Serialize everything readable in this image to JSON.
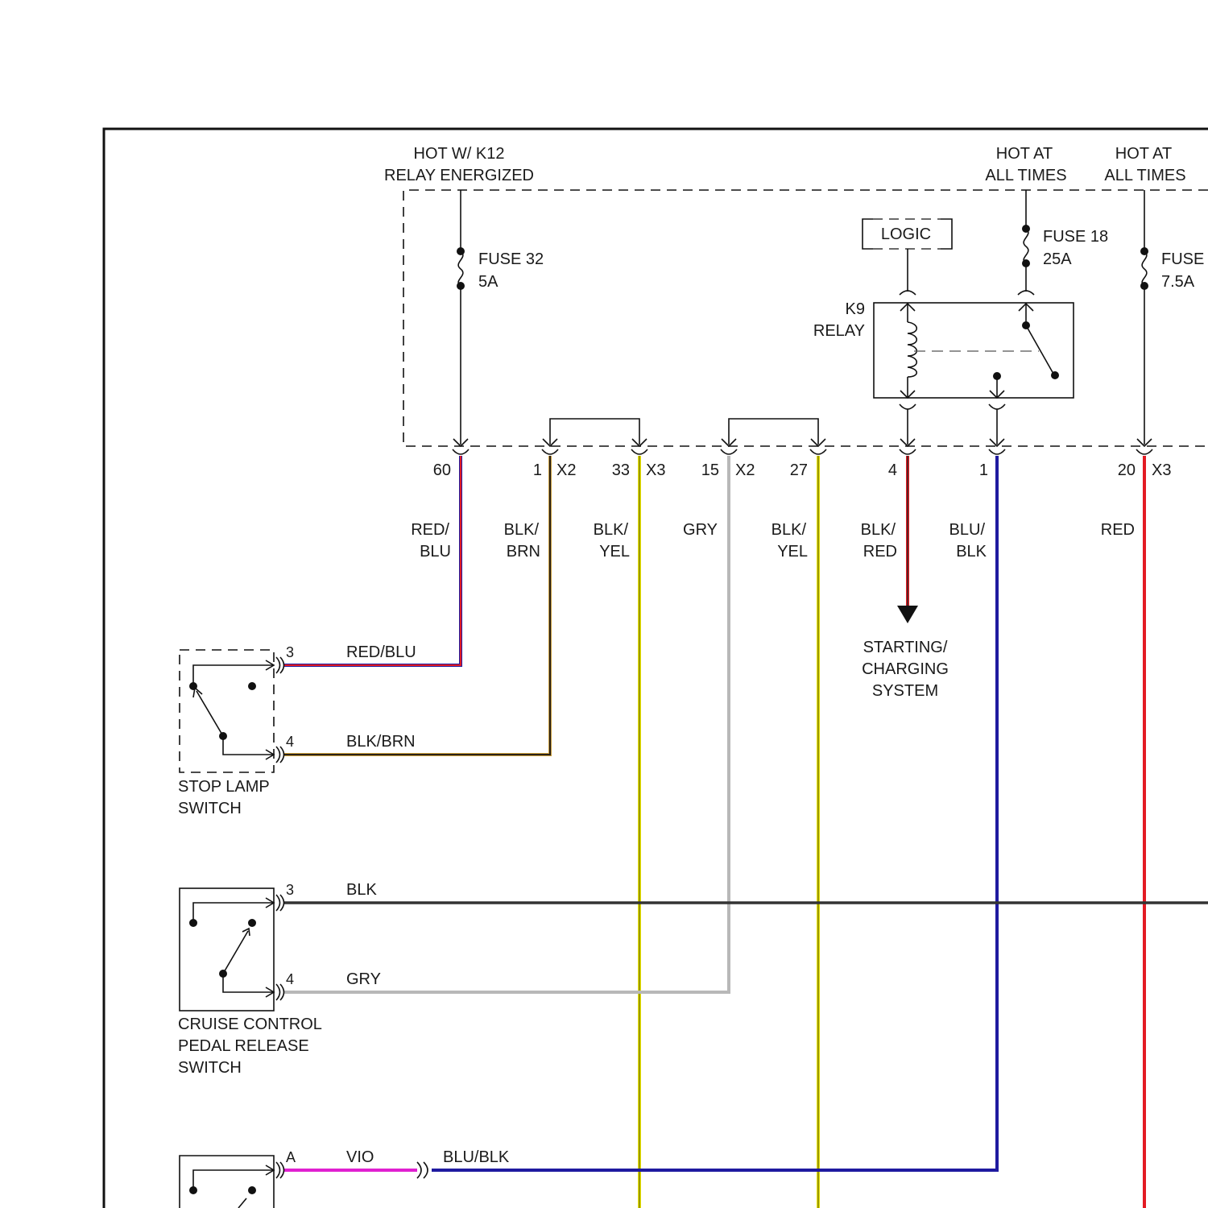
{
  "sources": {
    "hot_k12_line1": "HOT W/ K12",
    "hot_k12_line2": "RELAY ENERGIZED",
    "hot_at_line1": "HOT AT",
    "hot_at_line2": "ALL TIMES"
  },
  "fuses": {
    "fuse32_name": "FUSE 32",
    "fuse32_rating": "5A",
    "fuse18_name": "FUSE 18",
    "fuse18_rating": "25A",
    "fuse_right_name": "FUSE",
    "fuse_right_rating": "7.5A"
  },
  "relay": {
    "logic_label": "LOGIC",
    "k9_line1": "K9",
    "k9_line2": "RELAY"
  },
  "pins": {
    "p60": "60",
    "p1a": "1",
    "x2a": "X2",
    "p33": "33",
    "x3a": "X3",
    "p15": "15",
    "x2b": "X2",
    "p27": "27",
    "p4": "4",
    "p1b": "1",
    "p20": "20",
    "x3b": "X3"
  },
  "wire_colors": {
    "red_blu_1": "RED/",
    "red_blu_2": "BLU",
    "blk_brn_1": "BLK/",
    "blk_brn_2": "BRN",
    "blk_yel_a1": "BLK/",
    "blk_yel_a2": "YEL",
    "gry": "GRY",
    "blk_yel_b1": "BLK/",
    "blk_yel_b2": "YEL",
    "blk_red_1": "BLK/",
    "blk_red_2": "RED",
    "blu_blk_1": "BLU/",
    "blu_blk_2": "BLK",
    "red": "RED"
  },
  "starting_charging": {
    "line1": "STARTING/",
    "line2": "CHARGING",
    "line3": "SYSTEM"
  },
  "stop_lamp_switch": {
    "pin3": "3",
    "pin3_wire": "RED/BLU",
    "pin4": "4",
    "pin4_wire": "BLK/BRN",
    "label1": "STOP LAMP",
    "label2": "SWITCH"
  },
  "cruise_switch": {
    "pin3": "3",
    "pin3_wire": "BLK",
    "pin4": "4",
    "pin4_wire": "GRY",
    "label1": "CRUISE CONTROL",
    "label2": "PEDAL RELEASE",
    "label3": "SWITCH"
  },
  "bottom_switch": {
    "pinA": "A",
    "pinA_wire": "VIO",
    "splice_wire": "BLU/BLK"
  },
  "wire_hex": {
    "red": "#e31b23",
    "blue": "#1f1aa0",
    "yellow": "#e8e200",
    "gray": "#b8b8b8",
    "violet": "#e020d0",
    "brown_dark": "#3a2a10",
    "black": "#222222"
  }
}
